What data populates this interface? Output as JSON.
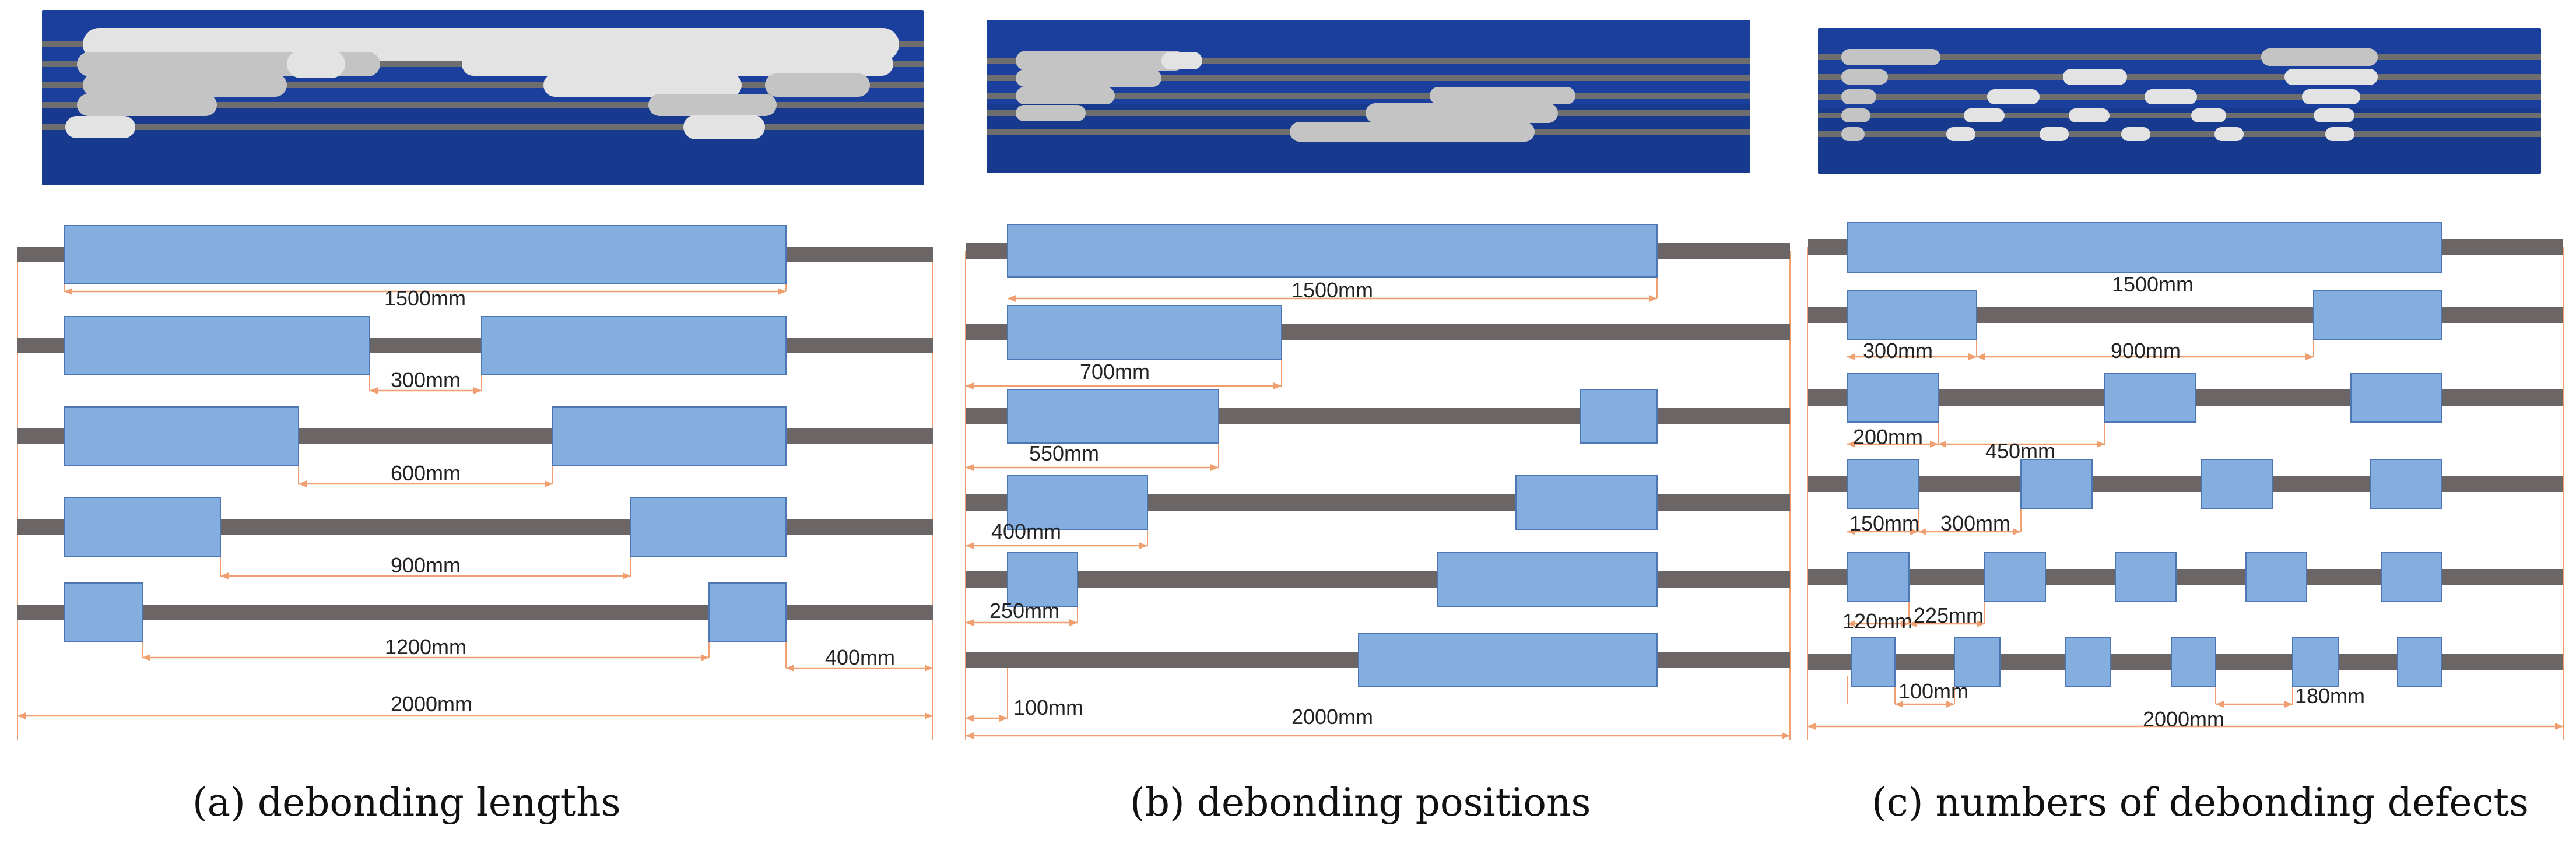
{
  "colors": {
    "rod": "#6b6566",
    "sleeve_fill": "#84aee0",
    "sleeve_stroke": "#4c77b4",
    "dimension": "#f0a070",
    "photo_bg": "#1a3f9c",
    "photo_sleeve": "#e3e3e3",
    "photo_sleeve_grey": "#c4c4c4",
    "photo_bar": "#6e6e6e"
  },
  "panels": [
    {
      "id": "a",
      "caption": "(a) debonding lengths",
      "labels": [
        "1500mm",
        "300mm",
        "600mm",
        "900mm",
        "1200mm",
        "400mm",
        "2000mm"
      ]
    },
    {
      "id": "b",
      "caption": "(b) debonding positions",
      "labels": [
        "1500mm",
        "700mm",
        "550mm",
        "400mm",
        "250mm",
        "100mm",
        "2000mm"
      ]
    },
    {
      "id": "c",
      "caption": "(c) numbers of debonding defects",
      "labels": [
        "1500mm",
        "300mm",
        "900mm",
        "200mm",
        "450mm",
        "150mm",
        "300mm",
        "120mm",
        "225mm",
        "100mm",
        "180mm",
        "2000mm"
      ]
    }
  ]
}
